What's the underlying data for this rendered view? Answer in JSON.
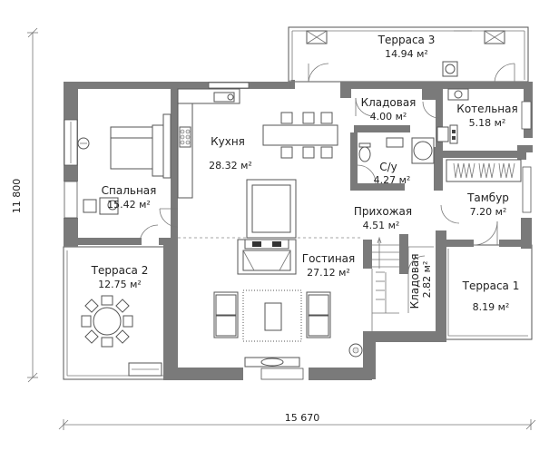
{
  "dimensions": {
    "width_label": "15 670",
    "height_label": "11 800"
  },
  "rooms": [
    {
      "id": "terrace3",
      "name": "Терраса 3",
      "area": "14.94 м²"
    },
    {
      "id": "storage1",
      "name": "Кладовая",
      "area": "4.00 м²"
    },
    {
      "id": "boiler",
      "name": "Котельная",
      "area": "5.18 м²"
    },
    {
      "id": "kitchen",
      "name": "Кухня",
      "area": "28.32 м²"
    },
    {
      "id": "wc",
      "name": "С/у",
      "area": "4.27 м²"
    },
    {
      "id": "bedroom",
      "name": "Спальная",
      "area": "15.42 м²"
    },
    {
      "id": "vestibule",
      "name": "Тамбур",
      "area": "7.20 м²"
    },
    {
      "id": "hall",
      "name": "Прихожая",
      "area": "4.51 м²"
    },
    {
      "id": "living",
      "name": "Гостиная",
      "area": "27.12 м²"
    },
    {
      "id": "terrace2",
      "name": "Терраса 2",
      "area": "12.75 м²"
    },
    {
      "id": "storage2",
      "name": "Кладовая",
      "area": "2.82 м²"
    },
    {
      "id": "terrace1",
      "name": "Терраса 1",
      "area": "8.19 м²"
    }
  ]
}
